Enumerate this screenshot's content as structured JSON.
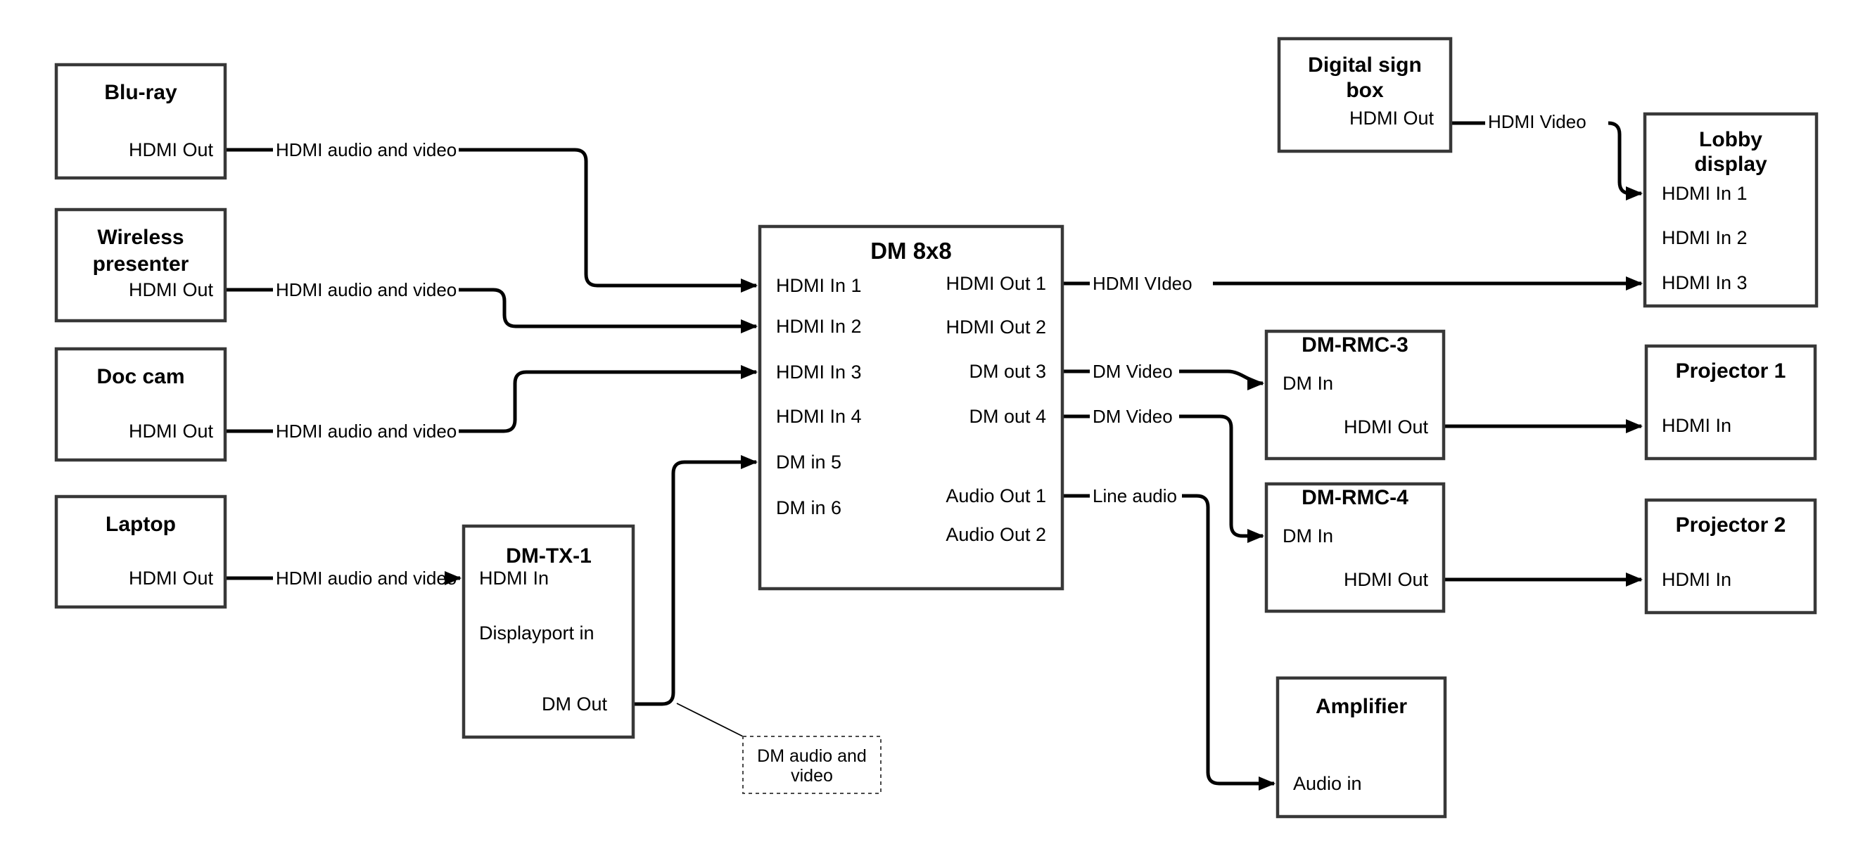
{
  "diagram": {
    "nodes": {
      "bluray": {
        "title": "Blu-ray",
        "port_hdmi_out": "HDMI Out"
      },
      "wireless_presenter": {
        "title_line1": "Wireless",
        "title_line2": "presenter",
        "port_hdmi_out": "HDMI Out"
      },
      "doc_cam": {
        "title": "Doc cam",
        "port_hdmi_out": "HDMI Out"
      },
      "laptop": {
        "title": "Laptop",
        "port_hdmi_out": "HDMI Out"
      },
      "dm_tx_1": {
        "title": "DM-TX-1",
        "port_hdmi_in": "HDMI In",
        "port_displayport_in": "Displayport in",
        "port_dm_out": "DM Out"
      },
      "dm_8x8": {
        "title": "DM 8x8",
        "inputs": [
          "HDMI In 1",
          "HDMI In 2",
          "HDMI In 3",
          "HDMI In 4",
          "DM in 5",
          "DM in 6"
        ],
        "outputs": [
          "HDMI Out 1",
          "HDMI Out 2",
          "DM out 3",
          "DM out 4",
          "Audio Out 1",
          "Audio Out 2"
        ]
      },
      "digital_sign_box": {
        "title_line1": "Digital sign",
        "title_line2": "box",
        "port_hdmi_out": "HDMI Out"
      },
      "lobby_display": {
        "title_line1": "Lobby",
        "title_line2": "display",
        "inputs": [
          "HDMI In 1",
          "HDMI In 2",
          "HDMI In 3"
        ]
      },
      "dm_rmc_3": {
        "title": "DM-RMC-3",
        "port_dm_in": "DM In",
        "port_hdmi_out": "HDMI Out"
      },
      "projector_1": {
        "title": "Projector 1",
        "port_hdmi_in": "HDMI In"
      },
      "dm_rmc_4": {
        "title": "DM-RMC-4",
        "port_dm_in": "DM In",
        "port_hdmi_out": "HDMI Out"
      },
      "projector_2": {
        "title": "Projector 2",
        "port_hdmi_in": "HDMI In"
      },
      "amplifier": {
        "title": "Amplifier",
        "port_audio_in": "Audio in"
      },
      "note": {
        "line1": "DM audio and",
        "line2": "video"
      }
    },
    "edge_labels": {
      "bluray_to_dm8x8": "HDMI audio and video",
      "wireless_to_dm8x8": "HDMI audio and video",
      "doccam_to_dm8x8": "HDMI audio and video",
      "laptop_to_dmtx1": "HDMI audio and video",
      "out1_to_lobby": "HDMI VIdeo",
      "out3_to_rmc3": "DM Video",
      "out4_to_rmc4": "DM Video",
      "audioout1_to_amp": "Line audio",
      "sign_to_lobby": "HDMI Video"
    },
    "colors": {
      "wire": "#000000",
      "box_border": "#383838",
      "background": "#ffffff"
    }
  }
}
